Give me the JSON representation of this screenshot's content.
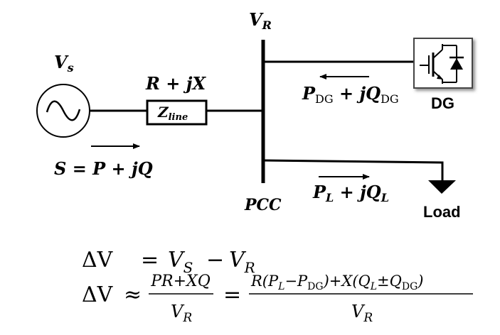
{
  "labels": {
    "vr_main": "V",
    "vr_sub": "R",
    "vs_main": "V",
    "vs_sub": "s",
    "impedance": "R + jX",
    "zline_main": "Z",
    "zline_sub": "line",
    "s_eq": "S = P + jQ",
    "pcc": "PCC",
    "dg": "DG",
    "load": "Load",
    "pdg_p": "P",
    "pdg_sub1": "DG",
    "pdg_mid": " + jQ",
    "pdg_sub2": "DG",
    "pl_p": "P",
    "pl_sub1": "L",
    "pl_mid": " + jQ",
    "pl_sub2": "L"
  },
  "equations": {
    "eq1_lhs": "ΔV",
    "eq1_eq": "=",
    "eq1_vs": "V",
    "eq1_vs_sub": "S",
    "eq1_minus": "−",
    "eq1_vr": "V",
    "eq1_vr_sub": "R",
    "eq2_lhs": "ΔV",
    "eq2_approx": "≈",
    "frac1_num": "PR+XQ",
    "frac1_den": "V",
    "frac1_den_sub": "R",
    "eq2_eq": "=",
    "frac2_num_a": "R(P",
    "frac2_num_b": "L",
    "frac2_num_c": "−P",
    "frac2_num_d": "DG",
    "frac2_num_e": ")+X(Q",
    "frac2_num_f": "L",
    "frac2_num_g": "±Q",
    "frac2_num_h": "DG",
    "frac2_num_i": ")",
    "frac2_den": "V",
    "frac2_den_sub": "R"
  },
  "colors": {
    "line": "#000000",
    "background": "#ffffff",
    "dg_box_fill": "#ffffff"
  }
}
